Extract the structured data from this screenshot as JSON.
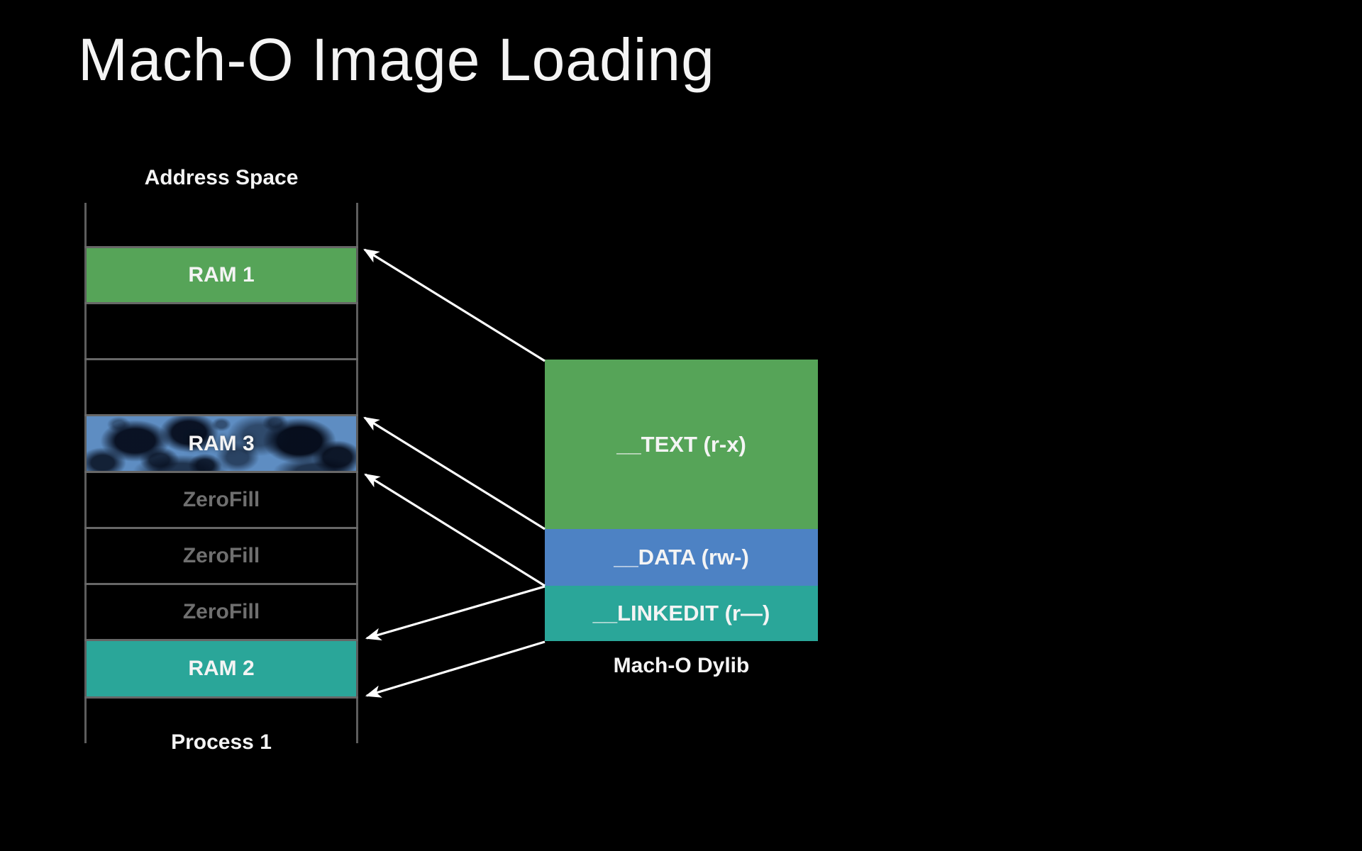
{
  "title": "Mach-O Image Loading",
  "colors": {
    "background": "#000000",
    "text_white": "#f4f4f4",
    "zerofill_text": "#6f6f6f",
    "ladder_border": "#676767",
    "arrow": "#ffffff",
    "green_segment": "#56a458",
    "blue_segment": "#4d82c4",
    "teal_segment": "#2aa699"
  },
  "address_space": {
    "label": "Address Space",
    "footer": "Process 1",
    "rows": [
      {
        "label": "",
        "type": "empty"
      },
      {
        "label": "RAM 1",
        "type": "ram",
        "color": "#56a458"
      },
      {
        "label": "",
        "type": "empty"
      },
      {
        "label": "",
        "type": "empty"
      },
      {
        "label": "RAM 3",
        "type": "ram-textured",
        "color": "#4d82c4"
      },
      {
        "label": "ZeroFill",
        "type": "zerofill"
      },
      {
        "label": "ZeroFill",
        "type": "zerofill"
      },
      {
        "label": "ZeroFill",
        "type": "zerofill"
      },
      {
        "label": "RAM 2",
        "type": "ram",
        "color": "#2aa699"
      }
    ]
  },
  "dylib": {
    "label": "Mach-O Dylib",
    "segments": [
      {
        "label": "__TEXT (r-x)",
        "color": "#56a458"
      },
      {
        "label": "__DATA (rw-)",
        "color": "#4d82c4"
      },
      {
        "label": "__LINKEDIT (r—)",
        "color": "#2aa699"
      }
    ]
  },
  "mappings": [
    {
      "from": "__TEXT top",
      "to": "RAM 1 top"
    },
    {
      "from": "__DATA top",
      "to": "RAM 3 top"
    },
    {
      "from": "__DATA bottom",
      "to": "RAM 3 bottom"
    },
    {
      "from": "__LINKEDIT top",
      "to": "RAM 2 top"
    },
    {
      "from": "__LINKEDIT bottom",
      "to": "RAM 2 bottom"
    }
  ]
}
